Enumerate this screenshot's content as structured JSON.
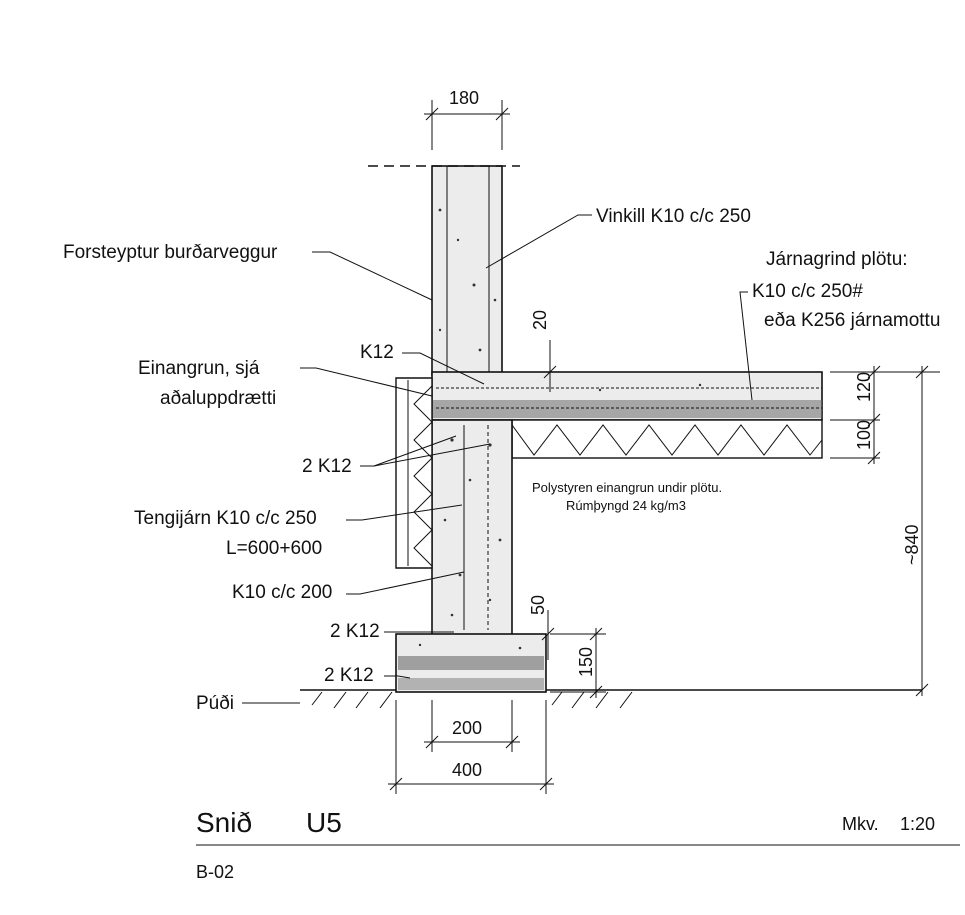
{
  "labels": {
    "precast_wall": "Forsteyptur burðarveggur",
    "angle_bar": "Vinkill K10 c/c 250",
    "slab_rebar_title": "Járnagrind plötu:",
    "slab_rebar_1": "K10 c/c 250#",
    "slab_rebar_2": "eða K256 járnamottu",
    "k12_top": "K12",
    "insulation_1": "Einangrun, sjá",
    "insulation_2": "aðaluppdrætti",
    "two_k12_mid": "2 K12",
    "tie_bar_1": "Tengijárn K10 c/c 250",
    "tie_bar_2": "L=600+600",
    "k10_200": "K10 c/c 200",
    "two_k12_footing_top": "2 K12",
    "two_k12_footing_bottom": "2 K12",
    "pad": "Púði",
    "polystyrene_1": "Polystyren einangrun undir plötu.",
    "polystyrene_2": "Rúmþyngd 24 kg/m3"
  },
  "dimensions": {
    "wall_width": "180",
    "cover": "20",
    "slab_thickness": "120",
    "insulation_thickness": "100",
    "total_height": "~840",
    "wall_extension": "50",
    "footing_height": "150",
    "wall_base_width": "200",
    "footing_width": "400"
  },
  "title_block": {
    "section_label": "Snið",
    "section_id": "U5",
    "scale_label": "Mkv.",
    "scale_value": "1:20",
    "sheet_number": "B-02"
  }
}
